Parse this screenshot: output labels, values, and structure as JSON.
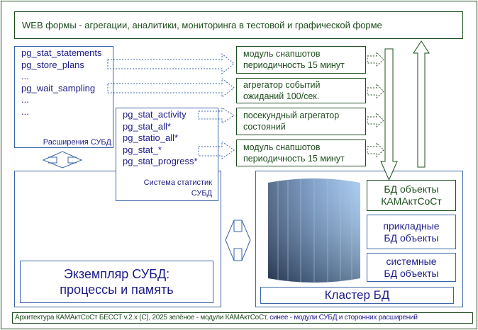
{
  "header": {
    "title": "WEB формы - агрегации, аналитики, мониторинга в тестовой и графической форме"
  },
  "extensions": {
    "items": [
      "pg_stat_statements",
      "pg_store_plans",
      "...",
      "pg_wait_sampling",
      "...",
      "..."
    ],
    "label": "Расширения СУБД"
  },
  "statistics": {
    "items": [
      "pg_stat_activity",
      "pg_stat_all*",
      "pg_statio_all*",
      "pg_stat_*",
      "pg_stat_progress*"
    ],
    "label_line1": "Система статистик",
    "label_line2": "СУБД"
  },
  "modules": [
    {
      "line1": "модуль снапшотов",
      "line2": "периодичность 15 минут"
    },
    {
      "line1": "агрегатор событий",
      "line2": "ожиданий 100/сек."
    },
    {
      "line1": "посекундный агрегатор",
      "line2": "состояний"
    },
    {
      "line1": "модуль снапшотов",
      "line2": "периодичность 15 минут"
    }
  ],
  "instance": {
    "line1": "Экземпляр СУБД:",
    "line2": "процессы и память"
  },
  "cluster": {
    "label": "Кластер БД",
    "objects": [
      {
        "line1": "БД объекты",
        "line2": "КАМАктСоСт"
      },
      {
        "line1": "прикладные",
        "line2": "БД объекты"
      },
      {
        "line1": "системные",
        "line2": "БД объекты"
      }
    ]
  },
  "footer": {
    "green_text": "Архитектура КАМАктСоСт БЕССТ v.2.x (C), 2025 зелёное - модули КАМАктСоСт,",
    "blue_text": " синее - модули СУБД и сторонних расширений"
  },
  "colors": {
    "green": "#1e4d1e",
    "blue": "#3a64a8",
    "text_blue": "#1c1c8a"
  }
}
